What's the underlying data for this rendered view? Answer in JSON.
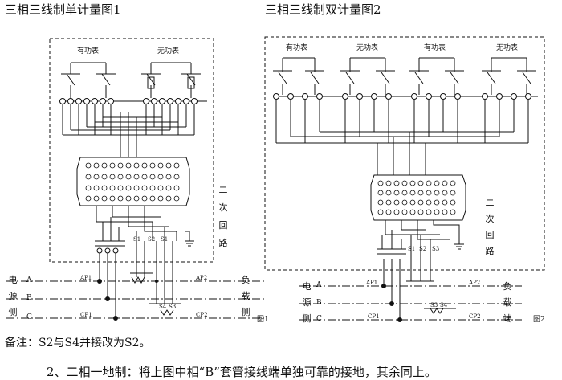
{
  "diagram1": {
    "title": "三相三线制单计量图1",
    "meter_active": "有功表",
    "meter_reactive": "无功表",
    "secondary_loop": [
      "二",
      "次",
      "回",
      "路"
    ],
    "source_side": [
      "电",
      "源",
      "侧"
    ],
    "load_side": [
      "负",
      "载",
      "侧"
    ],
    "phases": [
      "A",
      "B",
      "C"
    ],
    "ct_labels": [
      "AP1",
      "CP1"
    ],
    "ct_labels_right": [
      "AP2",
      "CP2"
    ],
    "s_terms": [
      "S1",
      "S2",
      "S1"
    ],
    "s_terms_lower": [
      "S4",
      "S3"
    ],
    "fig_label": "图1"
  },
  "diagram2": {
    "title": "三相三线制双计量图2",
    "meters": [
      "有功表",
      "无功表",
      "有功表",
      "无功表"
    ],
    "secondary_loop": [
      "二",
      "次",
      "回",
      "路"
    ],
    "source_side": [
      "电",
      "源",
      "侧"
    ],
    "load_side": [
      "负",
      "载",
      "端"
    ],
    "phases": [
      "A",
      "B",
      "C"
    ],
    "ct_labels": [
      "AP1",
      "CP1"
    ],
    "ct_labels_right": [
      "AP2",
      "CP2"
    ],
    "s_terms": [
      "S1",
      "S2",
      "S3"
    ],
    "s_terms_lower": [
      "S3",
      "S4"
    ],
    "fig_label": "图2"
  },
  "note": "备注：S2与S4并接改为S2。",
  "bottom_text": "2、二相一地制：将上图中相“B”套管接线端单独可靠的接地，其余同上。"
}
